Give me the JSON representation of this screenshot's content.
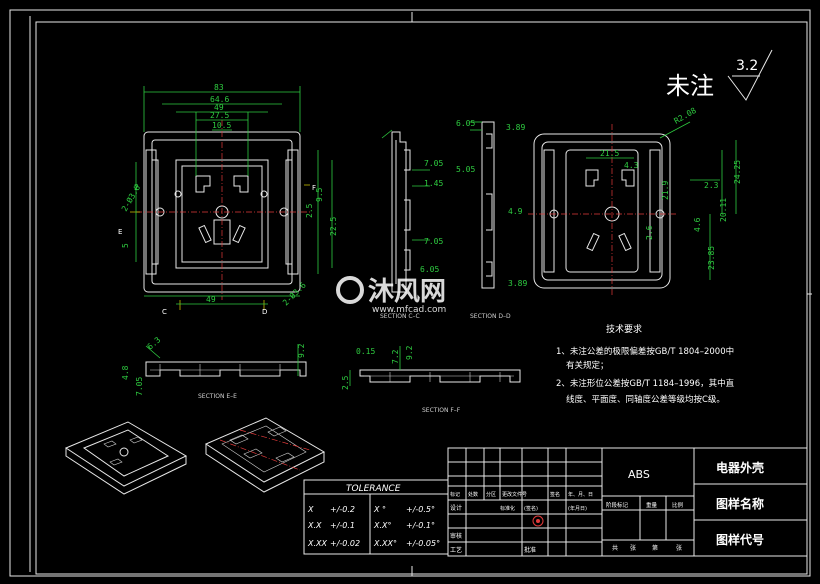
{
  "roughness": {
    "prefix": "未注",
    "value": "3.2"
  },
  "top_view_dims": {
    "w83": "83",
    "w64_6": "64.6",
    "w49": "49",
    "w27_5": "27.5",
    "w10_5": "10.5",
    "r2": "2",
    "d3_8": "2-Ø3.8",
    "h9_5": "9.5",
    "h2_5": "2.5",
    "h22_5": "22.5",
    "h5": "5",
    "phi36": "2-Ø3.6",
    "label_e": "E",
    "label_f": "F",
    "label_c": "C",
    "label_d": "D"
  },
  "section_c_dims": {
    "d7_05": "7.05",
    "d1_45": "1.45",
    "d7_05b": "7.05",
    "d6_05": "6.05",
    "title": "SECTION C–C"
  },
  "section_d_dims": {
    "d6_05": "6.05",
    "d3_89": "3.89",
    "d5_05": "5.05",
    "d4_9": "4.9",
    "d3_89b": "3.89",
    "title": "SECTION D–D"
  },
  "right_view_dims": {
    "r2_08": "R2.08",
    "w21_5": "21.5",
    "w4_3": "4.3",
    "d2_3": "2.3",
    "h24_25": "24.25",
    "h20_11": "20.11",
    "h4_6": "4.6",
    "h23_85": "23.85",
    "h2_6": "2.6",
    "h21_9": "21.9"
  },
  "section_e": {
    "title": "SECTION E–E",
    "d1": "6.3",
    "d2": "9.2",
    "d3": "7.05",
    "d4": "4.8"
  },
  "section_f": {
    "title": "SECTION F–F",
    "d1": "2.5",
    "d2": "7.2",
    "d3": "9.2",
    "d4": "0.15"
  },
  "watermark": {
    "main": "沐风网",
    "url": "www.mfcad.com"
  },
  "tech_req": {
    "title": "技术要求",
    "line1": "1、未注公差的极限偏差按GB/T 1804–2000中",
    "line1b": "有关规定；",
    "line2": "2、未注形位公差按GB/T 1184–1996，其中直",
    "line2b": "线度、平面度、同轴度公差等级均按C级。"
  },
  "tolerance": {
    "title": "TOLERANCE",
    "rows": [
      {
        "a": "X",
        "b": "+/-0.2",
        "c": "X °",
        "d": "+/-0.5°"
      },
      {
        "a": "X.X",
        "b": "+/-0.1",
        "c": "X.X°",
        "d": "+/-0.1°"
      },
      {
        "a": "X.XX",
        "b": "+/-0.02",
        "c": "X.XX°",
        "d": "+/-0.05°"
      }
    ]
  },
  "title_block": {
    "material": "ABS",
    "part_name": "电器外壳",
    "drawing_name": "图样名称",
    "drawing_code": "图样代号",
    "headers": [
      "标记",
      "处数",
      "分区",
      "更改文件号",
      "签名",
      "年、月、日"
    ],
    "row_design": "设计",
    "row_std": "标准化",
    "row_sign": "(签名)",
    "row_date": "(年月日)",
    "row_review": "审核",
    "row_process": "工艺",
    "row_approve": "批准",
    "stage_headers": [
      "阶段标记",
      "重量",
      "比例"
    ],
    "sheets": [
      "共",
      "张",
      "第",
      "张"
    ]
  }
}
